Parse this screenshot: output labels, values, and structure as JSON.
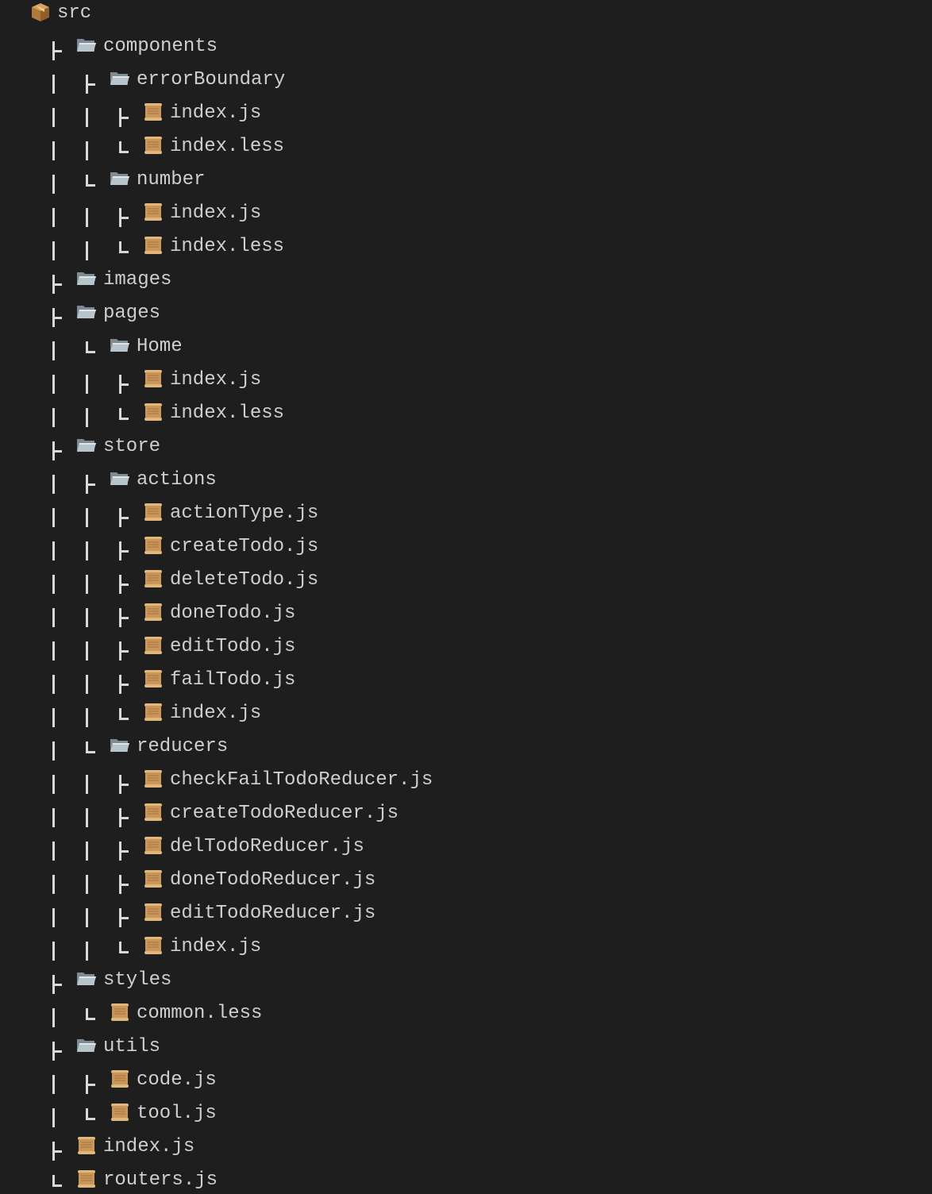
{
  "tree": [
    {
      "label": "src",
      "type": "package",
      "depth": 0,
      "guides": [],
      "connector": "none"
    },
    {
      "label": "components",
      "type": "folder",
      "depth": 1,
      "guides": [],
      "connector": "tee"
    },
    {
      "label": "errorBoundary",
      "type": "folder",
      "depth": 2,
      "guides": [
        "pipe"
      ],
      "connector": "tee"
    },
    {
      "label": "index.js",
      "type": "file",
      "depth": 3,
      "guides": [
        "pipe",
        "pipe"
      ],
      "connector": "tee"
    },
    {
      "label": "index.less",
      "type": "file",
      "depth": 3,
      "guides": [
        "pipe",
        "pipe"
      ],
      "connector": "end"
    },
    {
      "label": "number",
      "type": "folder",
      "depth": 2,
      "guides": [
        "pipe"
      ],
      "connector": "end"
    },
    {
      "label": "index.js",
      "type": "file",
      "depth": 3,
      "guides": [
        "pipe",
        "pipe"
      ],
      "connector": "tee"
    },
    {
      "label": "index.less",
      "type": "file",
      "depth": 3,
      "guides": [
        "pipe",
        "pipe"
      ],
      "connector": "end"
    },
    {
      "label": "images",
      "type": "folder",
      "depth": 1,
      "guides": [],
      "connector": "tee"
    },
    {
      "label": "pages",
      "type": "folder",
      "depth": 1,
      "guides": [],
      "connector": "tee"
    },
    {
      "label": "Home",
      "type": "folder",
      "depth": 2,
      "guides": [
        "pipe"
      ],
      "connector": "end"
    },
    {
      "label": "index.js",
      "type": "file",
      "depth": 3,
      "guides": [
        "pipe",
        "pipe"
      ],
      "connector": "tee"
    },
    {
      "label": "index.less",
      "type": "file",
      "depth": 3,
      "guides": [
        "pipe",
        "pipe"
      ],
      "connector": "end"
    },
    {
      "label": "store",
      "type": "folder",
      "depth": 1,
      "guides": [],
      "connector": "tee"
    },
    {
      "label": "actions",
      "type": "folder",
      "depth": 2,
      "guides": [
        "pipe"
      ],
      "connector": "tee"
    },
    {
      "label": "actionType.js",
      "type": "file",
      "depth": 3,
      "guides": [
        "pipe",
        "pipe"
      ],
      "connector": "tee"
    },
    {
      "label": "createTodo.js",
      "type": "file",
      "depth": 3,
      "guides": [
        "pipe",
        "pipe"
      ],
      "connector": "tee"
    },
    {
      "label": "deleteTodo.js",
      "type": "file",
      "depth": 3,
      "guides": [
        "pipe",
        "pipe"
      ],
      "connector": "tee"
    },
    {
      "label": "doneTodo.js",
      "type": "file",
      "depth": 3,
      "guides": [
        "pipe",
        "pipe"
      ],
      "connector": "tee"
    },
    {
      "label": "editTodo.js",
      "type": "file",
      "depth": 3,
      "guides": [
        "pipe",
        "pipe"
      ],
      "connector": "tee"
    },
    {
      "label": "failTodo.js",
      "type": "file",
      "depth": 3,
      "guides": [
        "pipe",
        "pipe"
      ],
      "connector": "tee"
    },
    {
      "label": "index.js",
      "type": "file",
      "depth": 3,
      "guides": [
        "pipe",
        "pipe"
      ],
      "connector": "end"
    },
    {
      "label": "reducers",
      "type": "folder",
      "depth": 2,
      "guides": [
        "pipe"
      ],
      "connector": "end"
    },
    {
      "label": "checkFailTodoReducer.js",
      "type": "file",
      "depth": 3,
      "guides": [
        "pipe",
        "pipe"
      ],
      "connector": "tee"
    },
    {
      "label": "createTodoReducer.js",
      "type": "file",
      "depth": 3,
      "guides": [
        "pipe",
        "pipe"
      ],
      "connector": "tee"
    },
    {
      "label": "delTodoReducer.js",
      "type": "file",
      "depth": 3,
      "guides": [
        "pipe",
        "pipe"
      ],
      "connector": "tee"
    },
    {
      "label": "doneTodoReducer.js",
      "type": "file",
      "depth": 3,
      "guides": [
        "pipe",
        "pipe"
      ],
      "connector": "tee"
    },
    {
      "label": "editTodoReducer.js",
      "type": "file",
      "depth": 3,
      "guides": [
        "pipe",
        "pipe"
      ],
      "connector": "tee"
    },
    {
      "label": "index.js",
      "type": "file",
      "depth": 3,
      "guides": [
        "pipe",
        "pipe"
      ],
      "connector": "end"
    },
    {
      "label": "styles",
      "type": "folder",
      "depth": 1,
      "guides": [],
      "connector": "tee"
    },
    {
      "label": "common.less",
      "type": "file",
      "depth": 2,
      "guides": [
        "pipe"
      ],
      "connector": "end"
    },
    {
      "label": "utils",
      "type": "folder",
      "depth": 1,
      "guides": [],
      "connector": "tee"
    },
    {
      "label": "code.js",
      "type": "file",
      "depth": 2,
      "guides": [
        "pipe"
      ],
      "connector": "tee"
    },
    {
      "label": "tool.js",
      "type": "file",
      "depth": 2,
      "guides": [
        "pipe"
      ],
      "connector": "end"
    },
    {
      "label": "index.js",
      "type": "file",
      "depth": 1,
      "guides": [],
      "connector": "tee"
    },
    {
      "label": "routers.js",
      "type": "file",
      "depth": 1,
      "guides": [],
      "connector": "end"
    }
  ],
  "colors": {
    "background": "#1e1e1e",
    "text": "#cfcfcf",
    "guide": "#d8d8d8",
    "folder": "#b8c4cc",
    "file": "#c8955a",
    "package": "#b07a3a"
  },
  "icons": {
    "package": "package-icon",
    "folder": "folder-icon",
    "file": "scroll-file-icon"
  }
}
